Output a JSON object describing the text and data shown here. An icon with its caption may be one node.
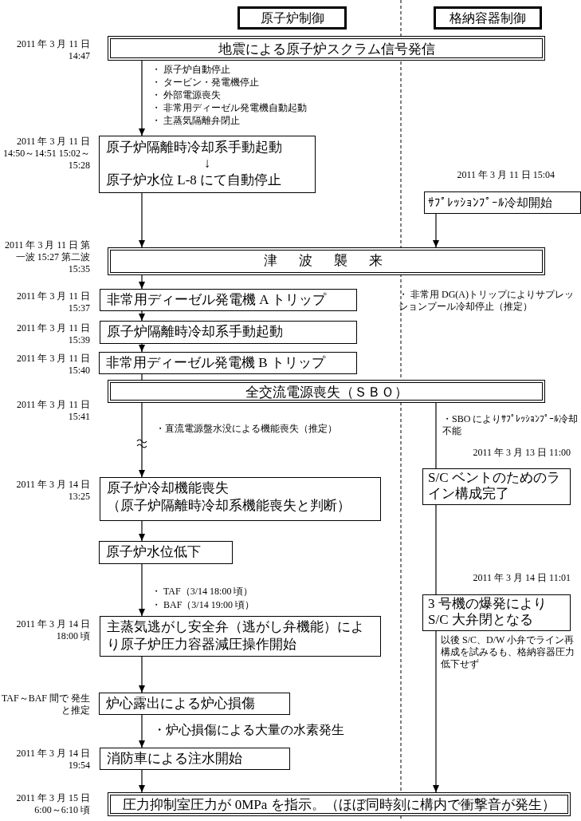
{
  "diagram": {
    "nodes": [
      {
        "text": [
          "原子炉制御"
        ]
      },
      {
        "text": [
          "格納容器制御"
        ]
      },
      {
        "text": [
          "地震による原子炉スクラム信号発信"
        ],
        "beside": [
          "2011 年 3 月 11 日 14:47"
        ]
      },
      {
        "text": [
          "原子炉隔離時冷却系手動起動",
          "↓",
          "原子炉水位 L-8 にて自動停止"
        ],
        "beside": [
          "2011 年 3 月 11 日 14:50～14:51 15:02～15:28"
        ]
      },
      {
        "text": [
          "ｻﾌﾟﾚｯｼｮﾝﾌﾟｰﾙ冷却開始"
        ],
        "beside": [
          "2011 年 3 月 11 日 15:04"
        ]
      },
      {
        "text": [
          "津波襲来"
        ],
        "beside": [
          "2011 年 3 月 11 日 第一波 15:27 第二波 15:35"
        ]
      },
      {
        "text": [
          "非常用ディーゼル発電機 A トリップ"
        ],
        "beside": [
          "2011 年 3 月 11 日 15:37"
        ]
      },
      {
        "text": [
          "原子炉隔離時冷却系手動起動"
        ],
        "beside": [
          "2011 年 3 月 11 日 15:39"
        ]
      },
      {
        "text": [
          "非常用ディーゼル発電機 B トリップ"
        ],
        "beside": [
          "2011 年 3 月 11 日 15:40"
        ]
      },
      {
        "text": [
          "全交流電源喪失（ＳＢＯ）"
        ],
        "beside": [
          "2011 年 3 月 11 日 15:41"
        ]
      },
      {
        "text": [
          "S/C ベントのためのライン構成完了"
        ],
        "beside": [
          "2011 年 3 月 13 日 11:00"
        ]
      },
      {
        "text": [
          "原子炉冷却機能喪失",
          "（原子炉隔離時冷却系機能喪失と判断）"
        ],
        "beside": [
          "2011 年 3 月 14 日 13:25"
        ]
      },
      {
        "text": [
          "原子炉水位低下"
        ]
      },
      {
        "text": [
          "3 号機の爆発により S/C 大弁閉となる"
        ],
        "beside": [
          "2011 年 3 月 14 日 11:01",
          "以後 S/C、D/W 小弁でライン再構成を試みるも、格納容器圧力低下せず"
        ]
      },
      {
        "text": [
          "主蒸気逃がし安全弁（逃がし弁機能）により原子炉圧力容器減圧操作開始"
        ],
        "beside": [
          "2011 年 3 月 14 日 18:00 頃"
        ]
      },
      {
        "text": [
          "炉心露出による炉心損傷"
        ],
        "beside": [
          "TAF～BAF 間で 発生と推定"
        ]
      },
      {
        "text": [
          "消防車による注水開始"
        ],
        "beside": [
          "2011 年 3 月 14 日 19:54"
        ]
      },
      {
        "text": [
          "圧力抑制室圧力が 0MPa を指示。（ほぼ同時刻に構内で衝撃音が発生）"
        ],
        "beside": [
          "2011 年 3 月 15 日 6:00～6:10 頃"
        ]
      }
    ],
    "edges": [
      {
        "from": 2,
        "to": 3,
        "arrow": "to"
      },
      {
        "from": 3,
        "to": 5,
        "arrow": "to"
      },
      {
        "from": 4,
        "to": 5,
        "arrow": "to"
      },
      {
        "from": 5,
        "to": 6,
        "arrow": "to"
      },
      {
        "from": 6,
        "to": 7,
        "arrow": "to"
      },
      {
        "from": 7,
        "to": 8,
        "arrow": "to"
      },
      {
        "from": 8,
        "to": 9,
        "arrow": "none"
      },
      {
        "from": 9,
        "to": 11,
        "arrow": "to"
      },
      {
        "from": 11,
        "to": 12,
        "arrow": "to"
      },
      {
        "from": 12,
        "to": 14,
        "arrow": "to"
      },
      {
        "from": 14,
        "to": 15,
        "arrow": "to"
      },
      {
        "from": 15,
        "to": 16,
        "arrow": "to"
      },
      {
        "from": 16,
        "to": 17,
        "arrow": "to"
      },
      {
        "from": 9,
        "to": 10,
        "arrow": "none"
      },
      {
        "from": 10,
        "to": 13,
        "arrow": "none"
      },
      {
        "from": 13,
        "to": 17,
        "arrow": "to"
      }
    ],
    "labels": [
      "・ 原子炉自動停止",
      "・ タービン・発電機停止",
      "・ 外部電源喪失",
      "・ 非常用ディーゼル発電機自動起動",
      "・ 主蒸気隔離弁閉止",
      "・ 非常用 DG(A)トリップによりサプレッションプール冷却停止（推定）",
      "・直流電源盤水没による機能喪失（推定）",
      "・SBO によりｻﾌﾟﾚｯｼｮﾝﾌﾟｰﾙ冷却不能",
      "・ TAF（3/14 18:00 頃）",
      "・ BAF（3/14 19:00 頃）",
      "・炉心損傷による大量の水素発生"
    ]
  }
}
